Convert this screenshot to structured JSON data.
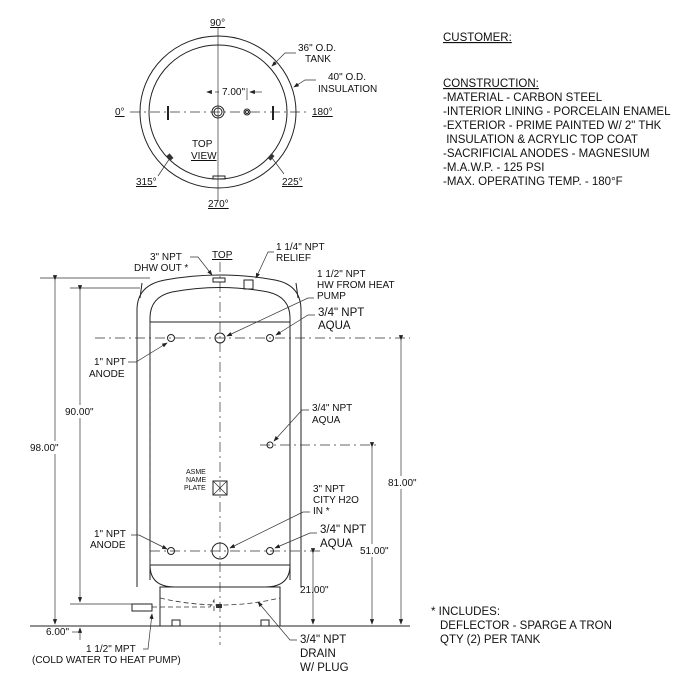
{
  "top_view": {
    "angle_90": "90°",
    "angle_0": "0°",
    "angle_180": "180°",
    "angle_270": "270°",
    "angle_315": "315°",
    "angle_225": "225°",
    "tank_od": [
      "36\" O.D.",
      "TANK"
    ],
    "insulation_od": [
      "40\" O.D.",
      "INSULATION"
    ],
    "spacing": "7.00\"",
    "view_label": [
      "TOP",
      "VIEW"
    ]
  },
  "notes": {
    "customer": "CUSTOMER:",
    "construction_title": "CONSTRUCTION:",
    "construction": [
      "-MATERIAL - CARBON STEEL",
      "-INTERIOR LINING - PORCELAIN ENAMEL",
      "-EXTERIOR - PRIME PAINTED W/ 2\" THK",
      " INSULATION & ACRYLIC TOP COAT",
      "-SACRIFICIAL ANODES - MAGNESIUM",
      "-M.A.W.P. - 125 PSI",
      "-MAX. OPERATING TEMP. - 180°F"
    ],
    "includes": [
      "* INCLUDES:",
      "DEFLECTOR - SPARGE A TRON",
      "QTY (2) PER TANK"
    ]
  },
  "side_view": {
    "top_label": "TOP",
    "dhw_out": [
      "3\" NPT",
      "DHW OUT *"
    ],
    "relief": [
      "1 1/4\" NPT",
      "RELIEF"
    ],
    "hw_from_hp": [
      "1 1/2\" NPT",
      "HW FROM HEAT",
      "PUMP"
    ],
    "aqua_top": [
      "3/4\" NPT",
      "AQUA"
    ],
    "anode_top": [
      "1\" NPT",
      "ANODE"
    ],
    "aqua_mid": [
      "3/4\" NPT",
      "AQUA"
    ],
    "nameplate": [
      "ASME",
      "NAME",
      "PLATE"
    ],
    "city_in": [
      "3\" NPT",
      "CITY H2O",
      "IN *"
    ],
    "aqua_bot": [
      "3/4\" NPT",
      "AQUA"
    ],
    "anode_bot": [
      "1\" NPT",
      "ANODE"
    ],
    "drain": [
      "3/4\" NPT",
      "DRAIN",
      "W/ PLUG"
    ],
    "cold_out": [
      "1 1/2\" MPT",
      "(COLD WATER TO HEAT PUMP)"
    ],
    "dims": {
      "d98": "98.00\"",
      "d90": "90.00\"",
      "d81": "81.00\"",
      "d51": "51.00\"",
      "d21": "21.00\"",
      "d6": "6.00\""
    }
  }
}
